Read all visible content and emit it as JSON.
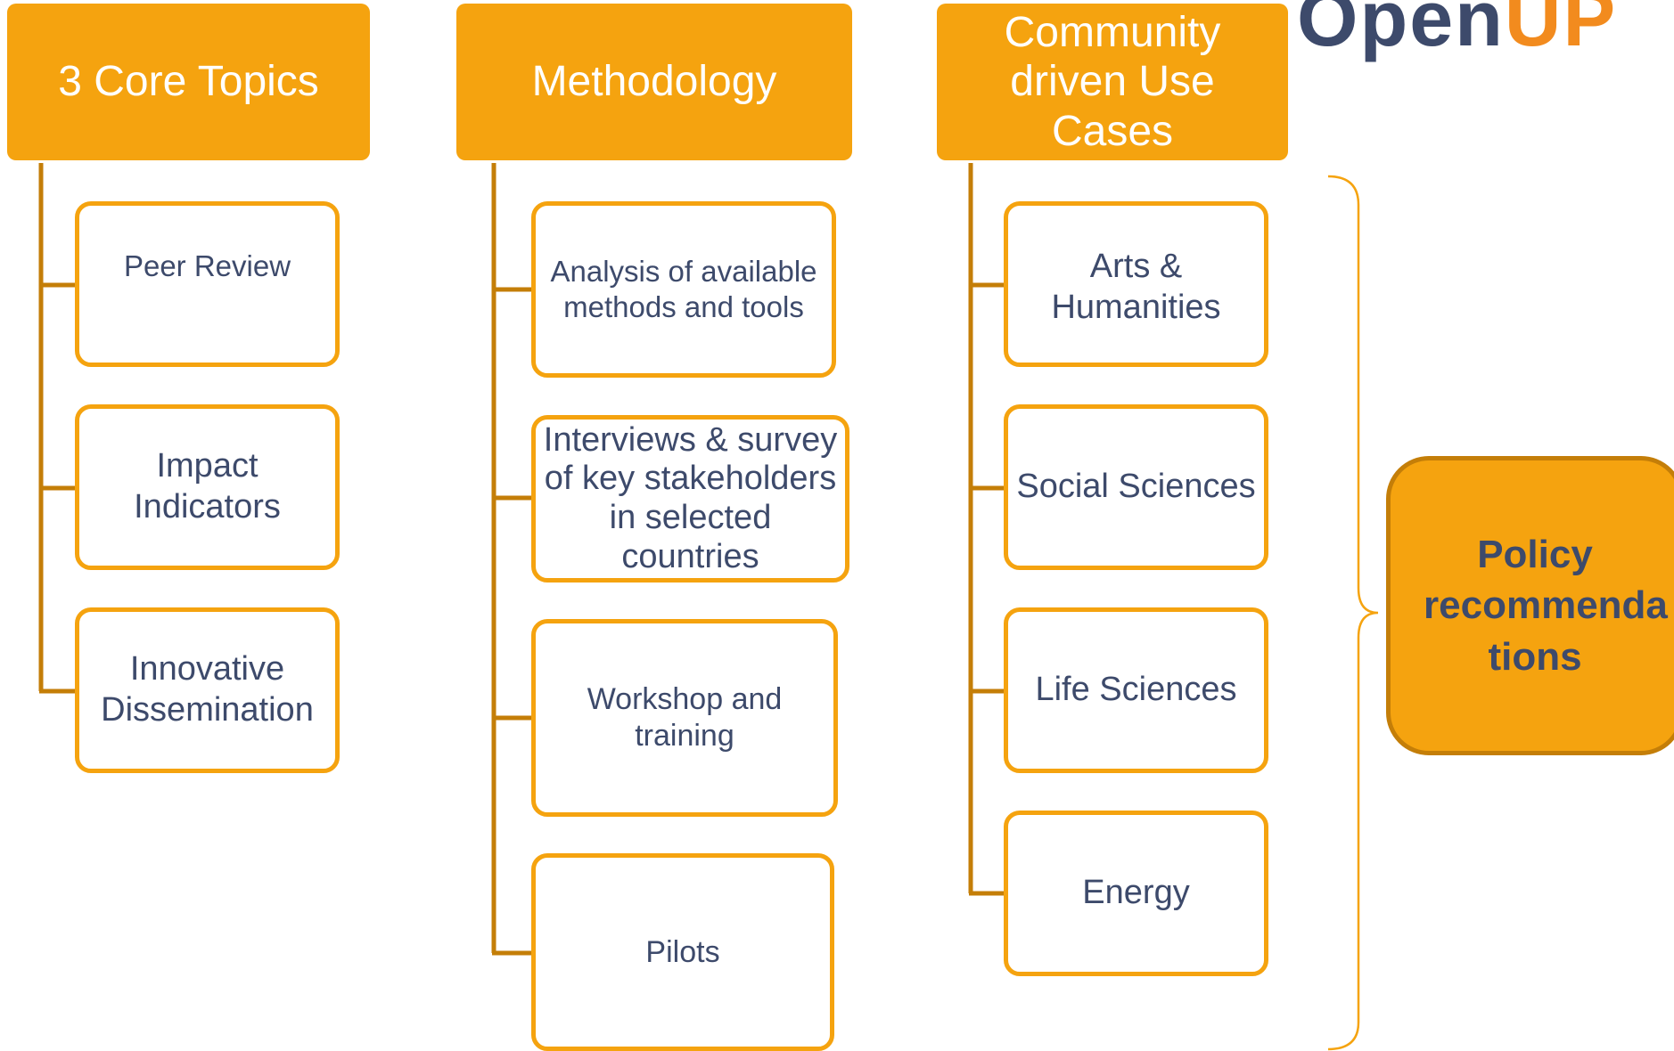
{
  "logo": {
    "text": "Open",
    "accent": "UP"
  },
  "columns": [
    {
      "header": "3 Core Topics",
      "items": [
        "Peer Review",
        "Impact Indicators",
        "Innovative Dissemination"
      ]
    },
    {
      "header": "Methodology",
      "items": [
        "Analysis of available methods and tools",
        "Interviews & survey of key stakeholders in selected countries",
        "Workshop and training",
        "Pilots"
      ]
    },
    {
      "header": "Community driven Use Cases",
      "items": [
        "Arts & Humanities",
        "Social Sciences",
        "Life Sciences",
        "Energy"
      ]
    }
  ],
  "outcome": {
    "label": "Policy recommenda tions"
  },
  "colors": {
    "accent": "#f5a30f",
    "connector": "#c47e08",
    "text": "#3d4a6b"
  }
}
